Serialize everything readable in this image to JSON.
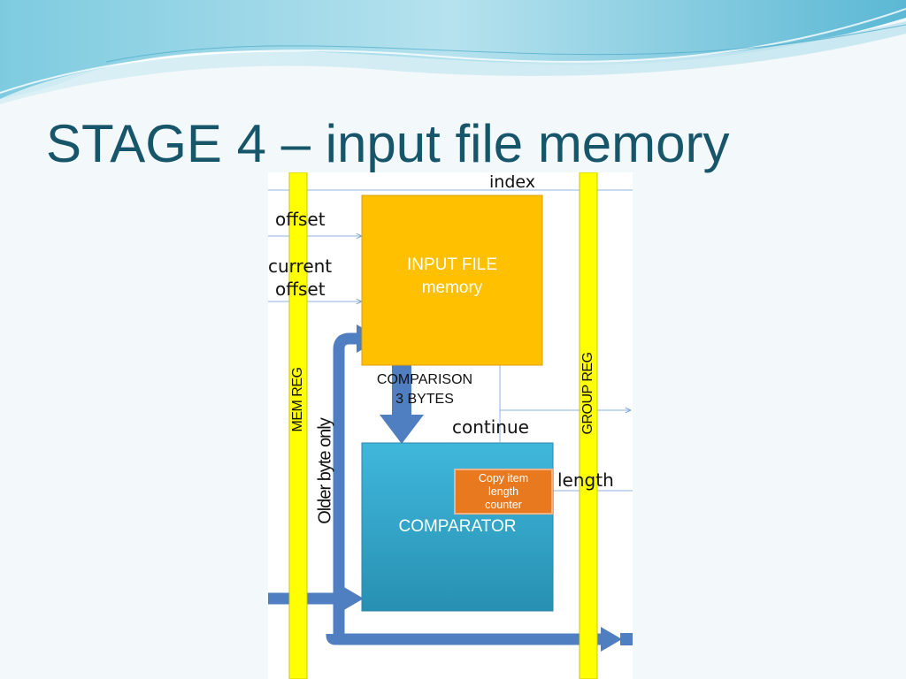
{
  "slide": {
    "title": "STAGE 4 – input file memory"
  },
  "diagram": {
    "signals": {
      "index": "index",
      "offset": "offset",
      "current_offset_line1": "current",
      "current_offset_line2": "offset",
      "continue": "continue",
      "length": "length"
    },
    "registers": {
      "mem_reg": "MEM  REG",
      "group_reg": "GROUP  REG"
    },
    "input_file_memory": {
      "line1": "INPUT FILE",
      "line2": "memory"
    },
    "comparison": {
      "line1": "COMPARISON",
      "line2": "3 BYTES"
    },
    "comparator": "COMPARATOR",
    "copy_counter": {
      "line1": "Copy item",
      "line2": "length",
      "line3": "counter"
    },
    "older_byte_only": "Older byte only",
    "colors": {
      "register_bar": "#ffff00",
      "input_memory": "#ffc000",
      "comparator": "#31a5c8",
      "counter": "#e8791f",
      "thick_arrow": "#4f7fc0",
      "title": "#17566a"
    }
  }
}
